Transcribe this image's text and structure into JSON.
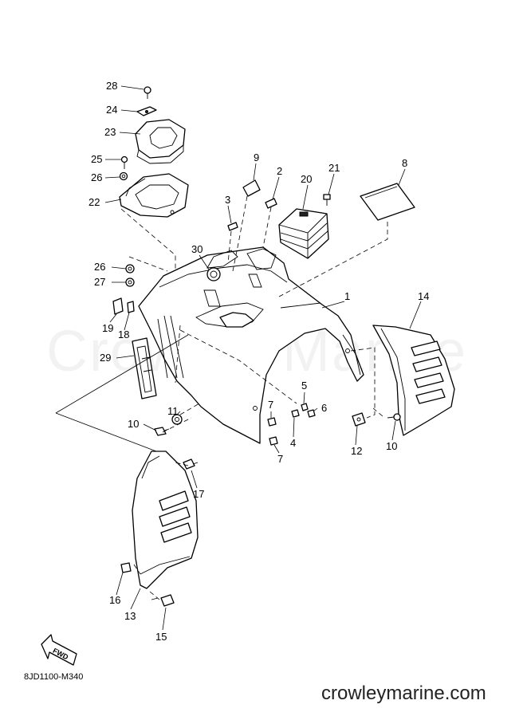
{
  "watermark": "Crowley Marine",
  "drawing_code": "8JD1100-M340",
  "footer_url": "crowleymarine.com",
  "fwd_label": "FWD",
  "callouts": {
    "c28": "28",
    "c24": "24",
    "c23": "23",
    "c25": "25",
    "c26a": "26",
    "c22": "22",
    "c9": "9",
    "c2": "2",
    "c20": "20",
    "c21": "21",
    "c8": "8",
    "c3": "3",
    "c30": "30",
    "c26b": "26",
    "c27": "27",
    "c1": "1",
    "c14": "14",
    "c19": "19",
    "c18": "18",
    "c29": "29",
    "c7a": "7",
    "c5": "5",
    "c6": "6",
    "c11": "11",
    "c10a": "10",
    "c4": "4",
    "c7b": "7",
    "c12": "12",
    "c10b": "10",
    "c17": "17",
    "c16": "16",
    "c13": "13",
    "c15": "15"
  }
}
